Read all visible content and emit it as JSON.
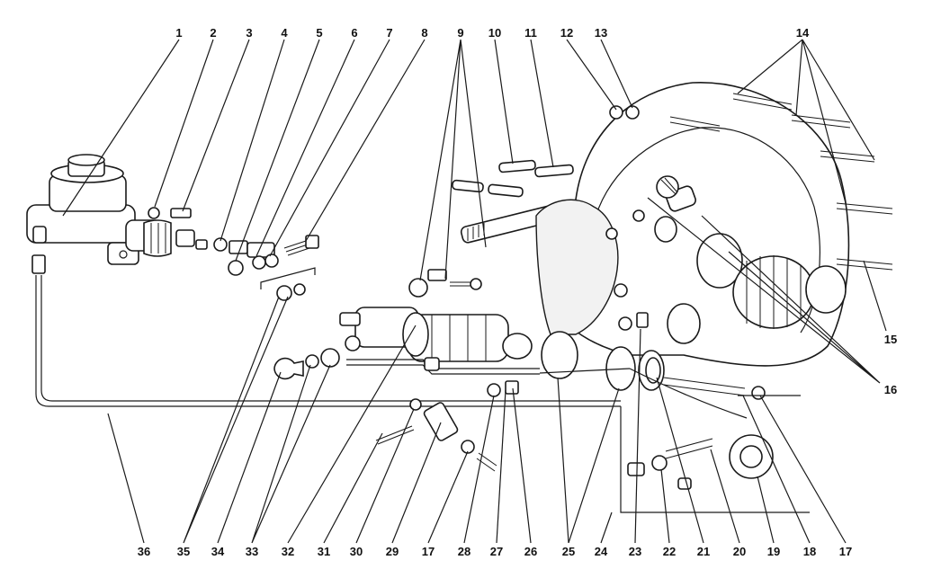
{
  "diagram": {
    "top_labels": [
      "1",
      "2",
      "3",
      "4",
      "5",
      "6",
      "7",
      "8",
      "9",
      "10",
      "11",
      "12",
      "13",
      "14"
    ],
    "right_labels": [
      "15",
      "16"
    ],
    "bottom_labels": [
      "36",
      "35",
      "34",
      "33",
      "32",
      "31",
      "30",
      "29",
      "17",
      "28",
      "27",
      "26",
      "25",
      "23",
      "24",
      "22",
      "21",
      "20",
      "19",
      "18",
      "17"
    ]
  }
}
